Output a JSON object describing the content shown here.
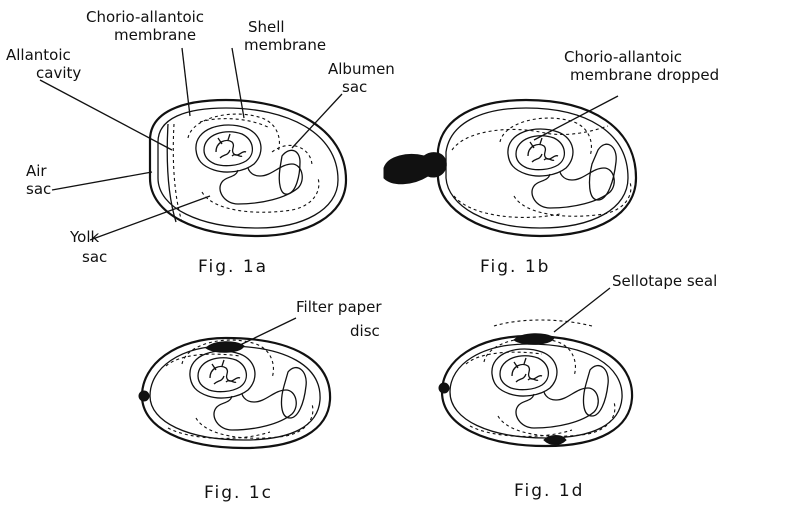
{
  "labels": {
    "chorio_allantoic_1": "Chorio-allantoic",
    "chorio_allantoic_2": "membrane",
    "shell_1": "Shell",
    "shell_2": "membrane",
    "allantoic_1": "Allantoic",
    "allantoic_2": "cavity",
    "albumen_1": "Albumen",
    "albumen_2": "sac",
    "air_1": "Air",
    "air_2": "sac",
    "yolk_1": "Yolk",
    "yolk_2": "sac",
    "cam_dropped_1": "Chorio-allantoic",
    "cam_dropped_2": "membrane dropped",
    "filter_1": "Filter paper",
    "filter_2": "disc",
    "sellotape": "Sellotape seal"
  },
  "captions": {
    "fig1a": "Fig. 1a",
    "fig1b": "Fig. 1b",
    "fig1c": "Fig. 1c",
    "fig1d": "Fig. 1d"
  }
}
